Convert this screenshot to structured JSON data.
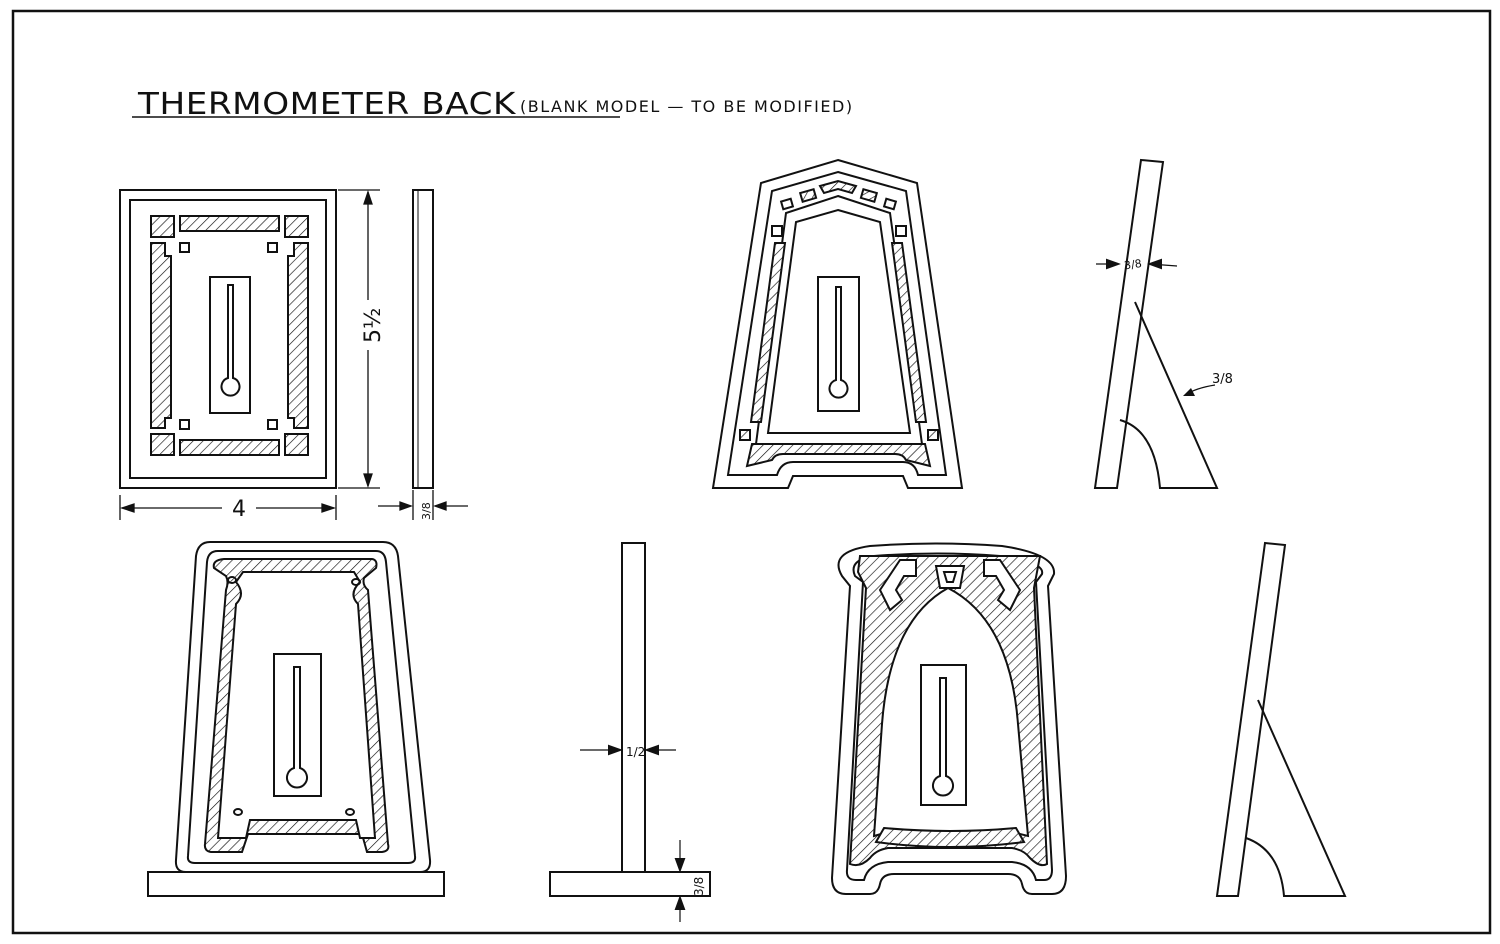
{
  "title": {
    "main": "THERMOMETER  BACK",
    "sub": "(BLANK MODEL — TO BE MODIFIED)"
  },
  "dimensions": {
    "width_label": "4",
    "height_label": "5½",
    "thickness_label": "3/8",
    "tilt_label_top": "3/8",
    "tilt_label_brace": "3/8",
    "stand_thickness": "1/2",
    "base_thickness": "3/8"
  },
  "colors": {
    "ink": "#111111",
    "paper": "#ffffff"
  }
}
